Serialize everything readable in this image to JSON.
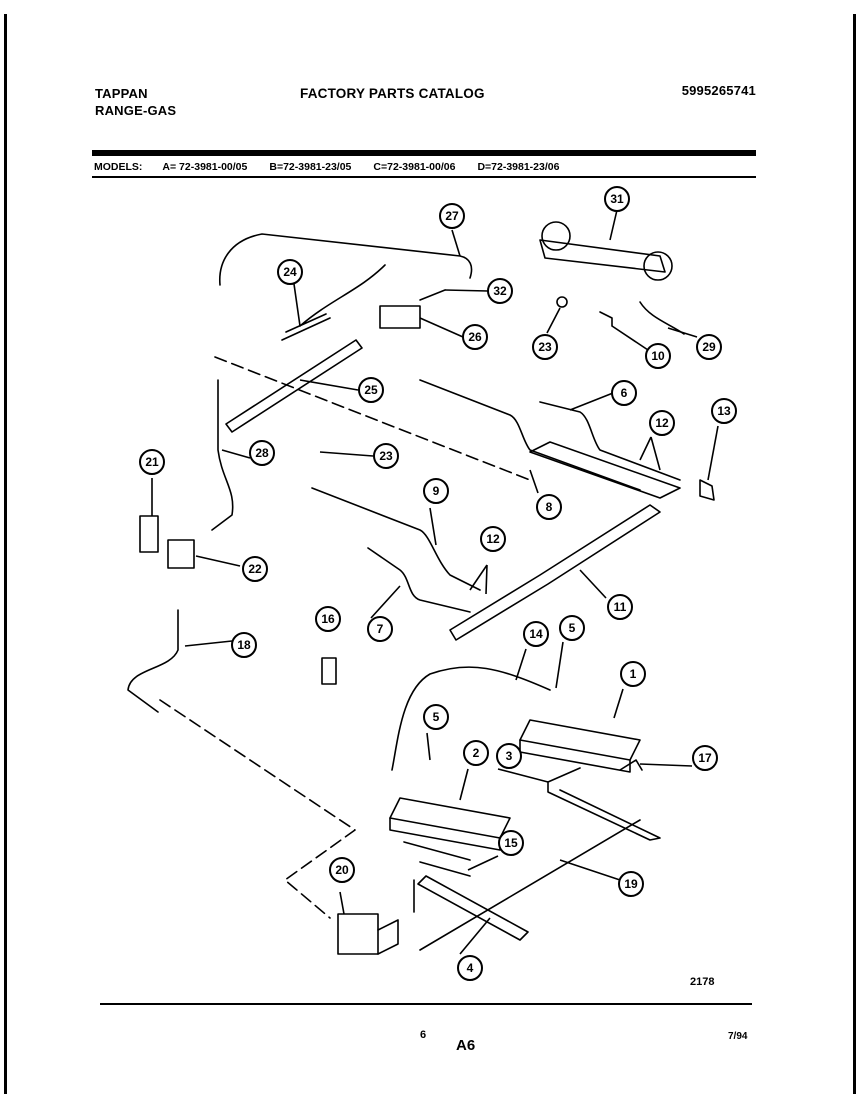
{
  "header": {
    "brand": "TAPPAN",
    "product": "RANGE-GAS",
    "title": "FACTORY PARTS CATALOG",
    "catalog_number": "5995265741"
  },
  "models": {
    "label": "MODELS:",
    "items": [
      "A= 72-3981-00/05",
      "B=72-3981-23/05",
      "C=72-3981-00/06",
      "D=72-3981-23/06"
    ]
  },
  "callouts": [
    "27",
    "31",
    "24",
    "32",
    "26",
    "23",
    "29",
    "10",
    "25",
    "6",
    "12",
    "13",
    "28",
    "23",
    "21",
    "8",
    "9",
    "22",
    "12",
    "16",
    "7",
    "11",
    "18",
    "14",
    "5",
    "1",
    "5",
    "17",
    "2",
    "3",
    "15",
    "19",
    "20",
    "4"
  ],
  "footer": {
    "figure_number": "2178",
    "page": "6",
    "section": "A6",
    "date": "7/94"
  }
}
